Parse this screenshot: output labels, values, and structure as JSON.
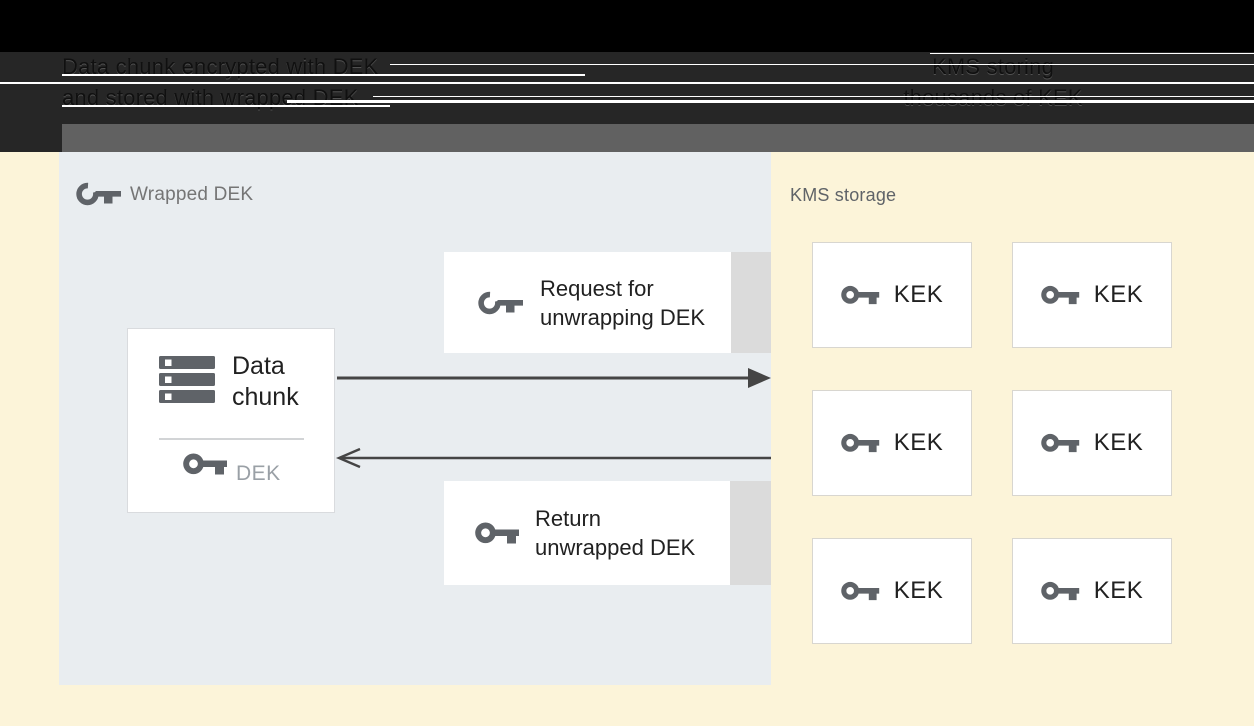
{
  "header": {
    "left_caption": {
      "line1": "Data chunk encrypted with DEK",
      "line2": "and stored with wrapped DEK"
    },
    "right_caption": {
      "line1": "KMS storing",
      "line2": "thousands of KEK"
    }
  },
  "wrapped_zone": {
    "label": "Wrapped DEK",
    "data_chunk": {
      "title": "Data chunk",
      "key_label": "DEK"
    },
    "request_box": {
      "label": "Request for unwrapping DEK"
    },
    "return_box": {
      "label": "Return unwrapped DEK"
    }
  },
  "kms_zone": {
    "label": "KMS storage",
    "keks": [
      {
        "label": "KEK"
      },
      {
        "label": "KEK"
      },
      {
        "label": "KEK"
      },
      {
        "label": "KEK"
      },
      {
        "label": "KEK"
      },
      {
        "label": "KEK"
      }
    ]
  },
  "icons": {
    "wrapped_key": "wrapped-key-icon",
    "key": "key-icon",
    "data_chunk": "storage-stack-icon"
  },
  "colors": {
    "background_yellow": "#fcf4d9",
    "wrapped_panel_gray": "#e9edf0",
    "header_black": "#000000",
    "header_dark": "#262626",
    "header_gray_band": "#616161",
    "icon_gray": "#5f6368",
    "arrow_gray": "#454545",
    "box_tail_gray": "#dbdbdb",
    "text_dark": "#212121",
    "text_muted_gray": "#757575",
    "dek_label_gray": "#9aa0a6"
  }
}
